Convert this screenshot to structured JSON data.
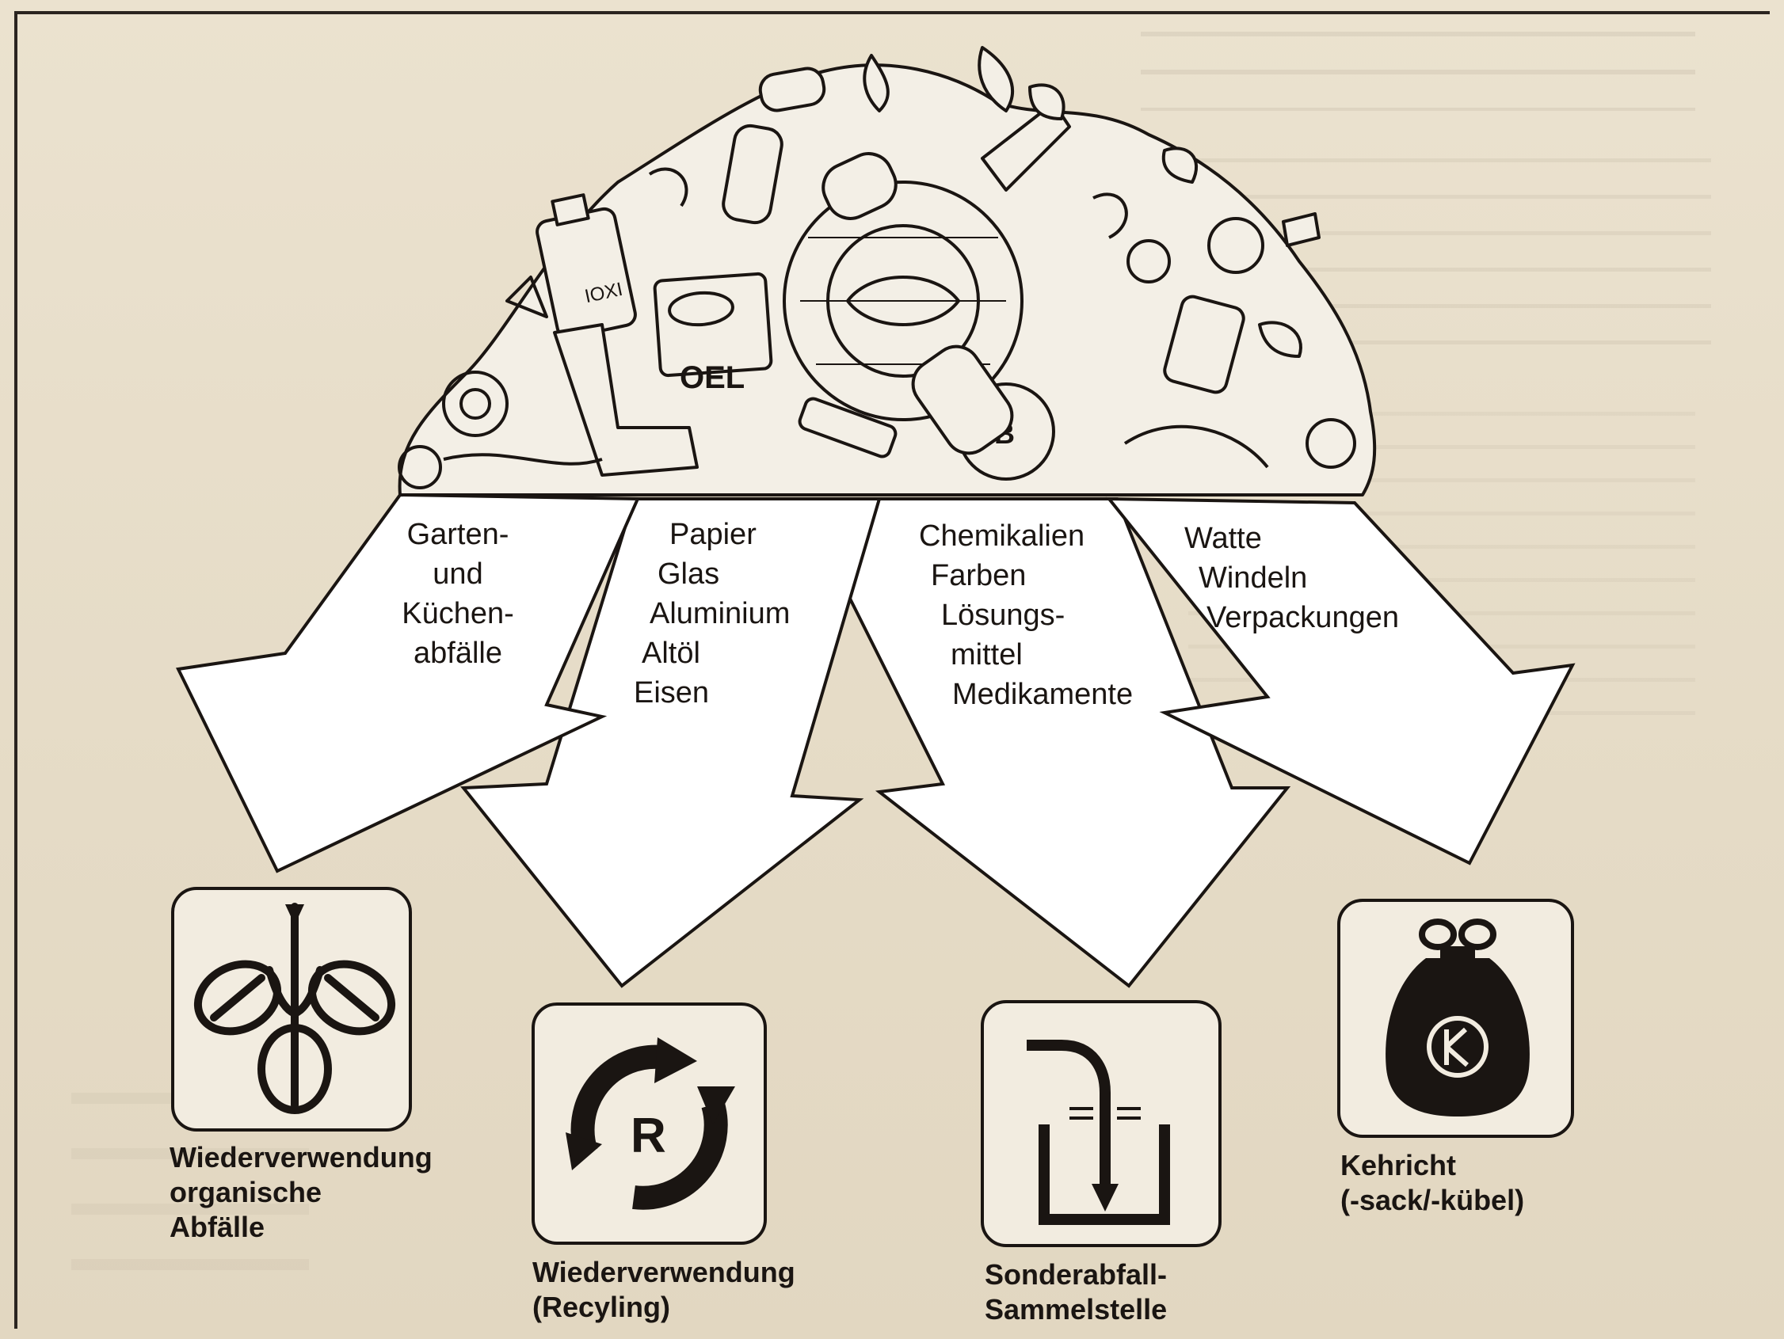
{
  "colors": {
    "paper": "#e7ddca",
    "ink": "#1a1512",
    "arrow_fill": "#ffffff"
  },
  "waste_heap": {
    "icon": "waste-pile-illustration",
    "labels": [
      "IOXI",
      "OEL"
    ]
  },
  "sources": [
    {
      "id": "organic",
      "lines": [
        "Garten-",
        "und",
        "Küchen-",
        "abfälle"
      ]
    },
    {
      "id": "recycling",
      "lines": [
        "Papier",
        "Glas",
        "Aluminium",
        "Altöl",
        "Eisen"
      ]
    },
    {
      "id": "hazardous",
      "lines": [
        "Chemikalien",
        "Farben",
        "Lösungs-",
        "mittel",
        "Medikamente"
      ]
    },
    {
      "id": "garbage",
      "lines": [
        "Watte",
        "Windeln",
        "Verpackungen"
      ]
    }
  ],
  "destinations": [
    {
      "id": "organic",
      "icon": "leaf-branch-icon",
      "lines": [
        "Wiederverwendung",
        "organische",
        "Abfälle"
      ]
    },
    {
      "id": "recycling",
      "icon": "recycling-r-icon",
      "badge": "R",
      "lines": [
        "Wiederverwendung",
        "(Recyling)"
      ]
    },
    {
      "id": "hazardous",
      "icon": "collection-container-icon",
      "lines": [
        "Sonderabfall-",
        "Sammelstelle"
      ]
    },
    {
      "id": "garbage",
      "icon": "garbage-bag-icon",
      "lines": [
        "Kehricht",
        "(-sack/-kübel)"
      ]
    }
  ]
}
